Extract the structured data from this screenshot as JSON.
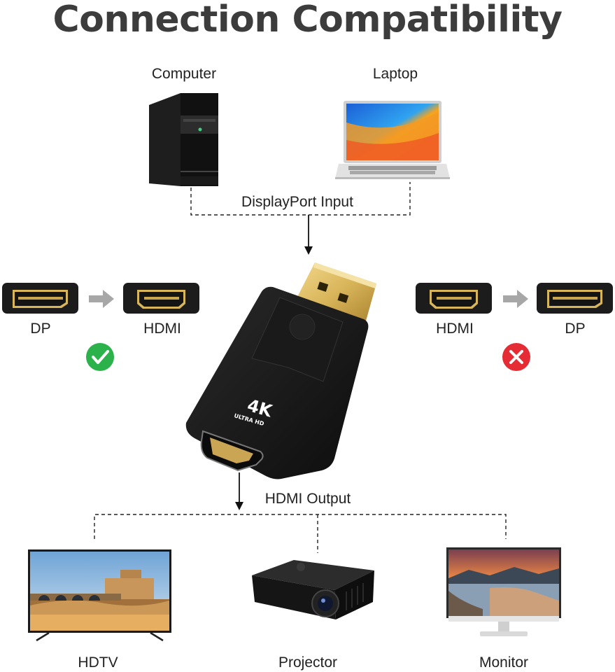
{
  "title": "Connection Compatibility",
  "sources": {
    "computer_label": "Computer",
    "laptop_label": "Laptop",
    "input_label": "DisplayPort  Input"
  },
  "direction_left": {
    "from_label": "DP",
    "to_label": "HDMI",
    "status": "supported"
  },
  "direction_right": {
    "from_label": "HDMI",
    "to_label": "DP",
    "status": "not-supported"
  },
  "adapter": {
    "badge_main": "4K",
    "badge_sub": "ULTRA HD"
  },
  "output": {
    "label": "HDMI  Output",
    "devices": [
      {
        "label": "HDTV"
      },
      {
        "label": "Projector"
      },
      {
        "label": "Monitor"
      }
    ]
  },
  "colors": {
    "check": "#2bb24a",
    "cross": "#e52b34",
    "arrow_gray": "#a7a7a7",
    "gold": "#d9b55a"
  }
}
